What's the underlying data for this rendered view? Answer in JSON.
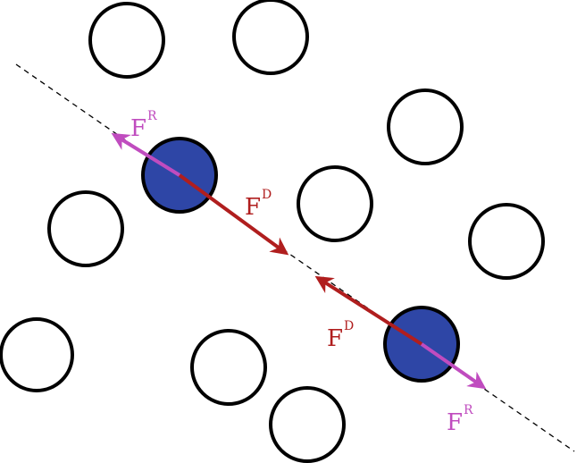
{
  "labels": {
    "repulsive_force": "F",
    "repulsive_sup": "R",
    "drag_force": "F",
    "drag_sup": "D"
  },
  "colors": {
    "repulsive": "#c04cbf",
    "drag": "#b01e1e",
    "tracer_particle": "#2e46a6",
    "obstacle_stroke": "#000000"
  },
  "counts": {
    "obstacles": 9,
    "tracer_particles": 2
  }
}
